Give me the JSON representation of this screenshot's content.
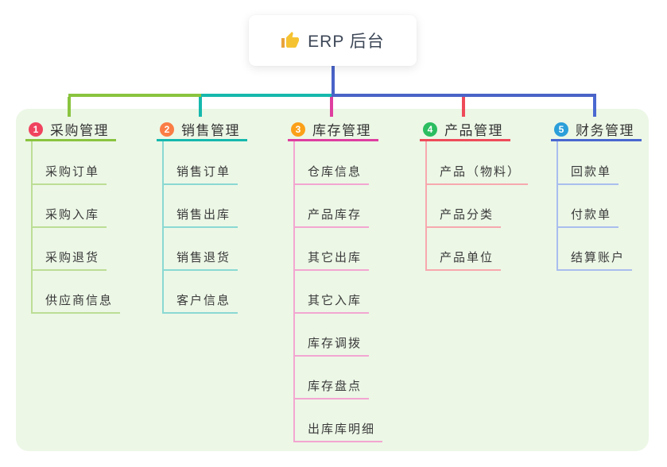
{
  "root": {
    "title": "ERP 后台",
    "icon": "thumbs-up-icon",
    "box_bg": "#ffffff",
    "title_color": "#3d4757"
  },
  "panel_bg": "#ecf7e6",
  "connector": {
    "root_line_color": "#4a63c8"
  },
  "branches": [
    {
      "badge": "1",
      "label": "采购管理",
      "badge_color": "#f0435e",
      "line_color": "#8ac43f",
      "child_line_color": "#bcdd95",
      "children": [
        "采购订单",
        "采购入库",
        "采购退货",
        "供应商信息"
      ]
    },
    {
      "badge": "2",
      "label": "销售管理",
      "badge_color": "#fa7d45",
      "line_color": "#16b9ad",
      "child_line_color": "#8ad9d3",
      "children": [
        "销售订单",
        "销售出库",
        "销售退货",
        "客户信息"
      ]
    },
    {
      "badge": "3",
      "label": "库存管理",
      "badge_color": "#fba019",
      "line_color": "#de3f9f",
      "child_line_color": "#f3a6d1",
      "children": [
        "仓库信息",
        "产品库存",
        "其它出库",
        "其它入库",
        "库存调拨",
        "库存盘点",
        "出库库明细"
      ]
    },
    {
      "badge": "4",
      "label": "产品管理",
      "badge_color": "#2bbd5f",
      "line_color": "#ee4b59",
      "child_line_color": "#f7a8ae",
      "children": [
        "产品（物料）",
        "产品分类",
        "产品单位"
      ]
    },
    {
      "badge": "5",
      "label": "财务管理",
      "badge_color": "#2b9fd9",
      "line_color": "#4a68d0",
      "child_line_color": "#a9beee",
      "children": [
        "回款单",
        "付款单",
        "结算账户"
      ]
    }
  ]
}
